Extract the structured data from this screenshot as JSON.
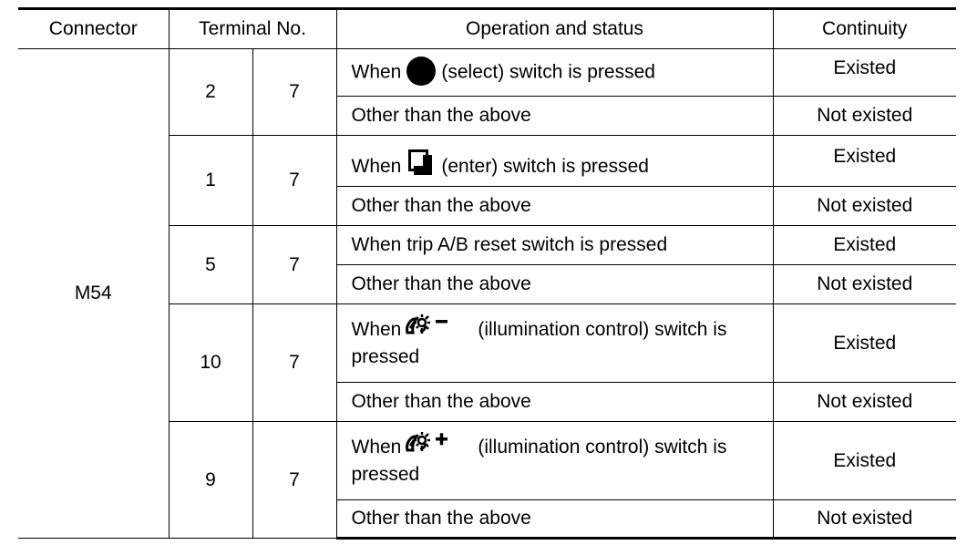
{
  "table": {
    "headers": {
      "connector": "Connector",
      "terminal": "Terminal No.",
      "operation": "Operation and status",
      "continuity": "Continuity"
    },
    "connector": "M54",
    "groups": [
      {
        "t1": "2",
        "t2": "7",
        "on_prefix": "When",
        "on_icon": "select-dot-icon",
        "on_suffix": "(select) switch is pressed",
        "on_continuity": "Existed",
        "off_text": "Other than the above",
        "off_continuity": "Not existed"
      },
      {
        "t1": "1",
        "t2": "7",
        "on_prefix": "When",
        "on_icon": "enter-square-icon",
        "on_suffix": "(enter) switch is pressed",
        "on_continuity": "Existed",
        "off_text": "Other than the above",
        "off_continuity": "Not existed"
      },
      {
        "t1": "5",
        "t2": "7",
        "on_text": "When trip A/B reset switch is pressed",
        "on_continuity": "Existed",
        "off_text": "Other than the above",
        "off_continuity": "Not existed"
      },
      {
        "t1": "10",
        "t2": "7",
        "on_prefix": "When",
        "on_icon": "illumination-minus-icon",
        "on_suffix": "(illumination control) switch is",
        "on_line2": "pressed",
        "on_continuity": "Existed",
        "off_text": "Other than the above",
        "off_continuity": "Not existed"
      },
      {
        "t1": "9",
        "t2": "7",
        "on_prefix": "When",
        "on_icon": "illumination-plus-icon",
        "on_suffix": "(illumination control) switch is",
        "on_line2": "pressed",
        "on_continuity": "Existed",
        "off_text": "Other than the above",
        "off_continuity": "Not existed"
      }
    ]
  }
}
